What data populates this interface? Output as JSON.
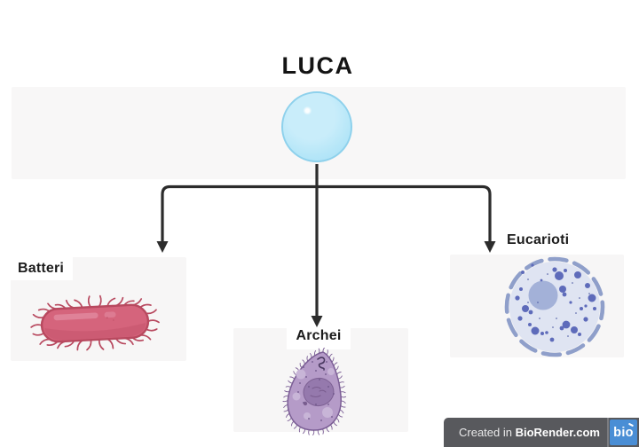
{
  "diagram": {
    "title": "LUCA",
    "root": {
      "label": "LUCA",
      "shape": "cell-circle"
    },
    "branches": [
      {
        "id": "batteri",
        "label": "Batteri",
        "organism": "bacterium"
      },
      {
        "id": "archei",
        "label": "Archei",
        "organism": "archaeon"
      },
      {
        "id": "eucarioti",
        "label": "Eucarioti",
        "organism": "eukaryote-cell"
      }
    ]
  },
  "watermark": {
    "created_in": "Created in ",
    "brand": "BioRender.com",
    "badge_label": "bio"
  },
  "icons": {
    "luca_cell": "cell-circle-icon",
    "batteri": "bacterium-icon",
    "archei": "archaeon-icon",
    "eucarioti": "eukaryote-cell-icon"
  },
  "colors": {
    "panel_bg": "#f7f6f6",
    "arrow": "#2c2c2c",
    "luca_cell_fill": "#b5e6f8",
    "luca_cell_stroke": "#8ed1ec",
    "bacterium_fill": "#d5647c",
    "bacterium_stroke": "#b8495f",
    "archaeon_fill": "#b59bc8",
    "archaeon_stroke": "#7b5e95",
    "archaeon_nucleoid": "#9579ad",
    "eukaryote_fill": "#dfe4f2",
    "eukaryote_membrane": "#8f9fca",
    "eukaryote_nucleus": "#a3b1d8",
    "eukaryote_dots": "#5e6bba",
    "watermark_bar": "#58595d",
    "watermark_badge_blue": "#4a8ed5"
  }
}
